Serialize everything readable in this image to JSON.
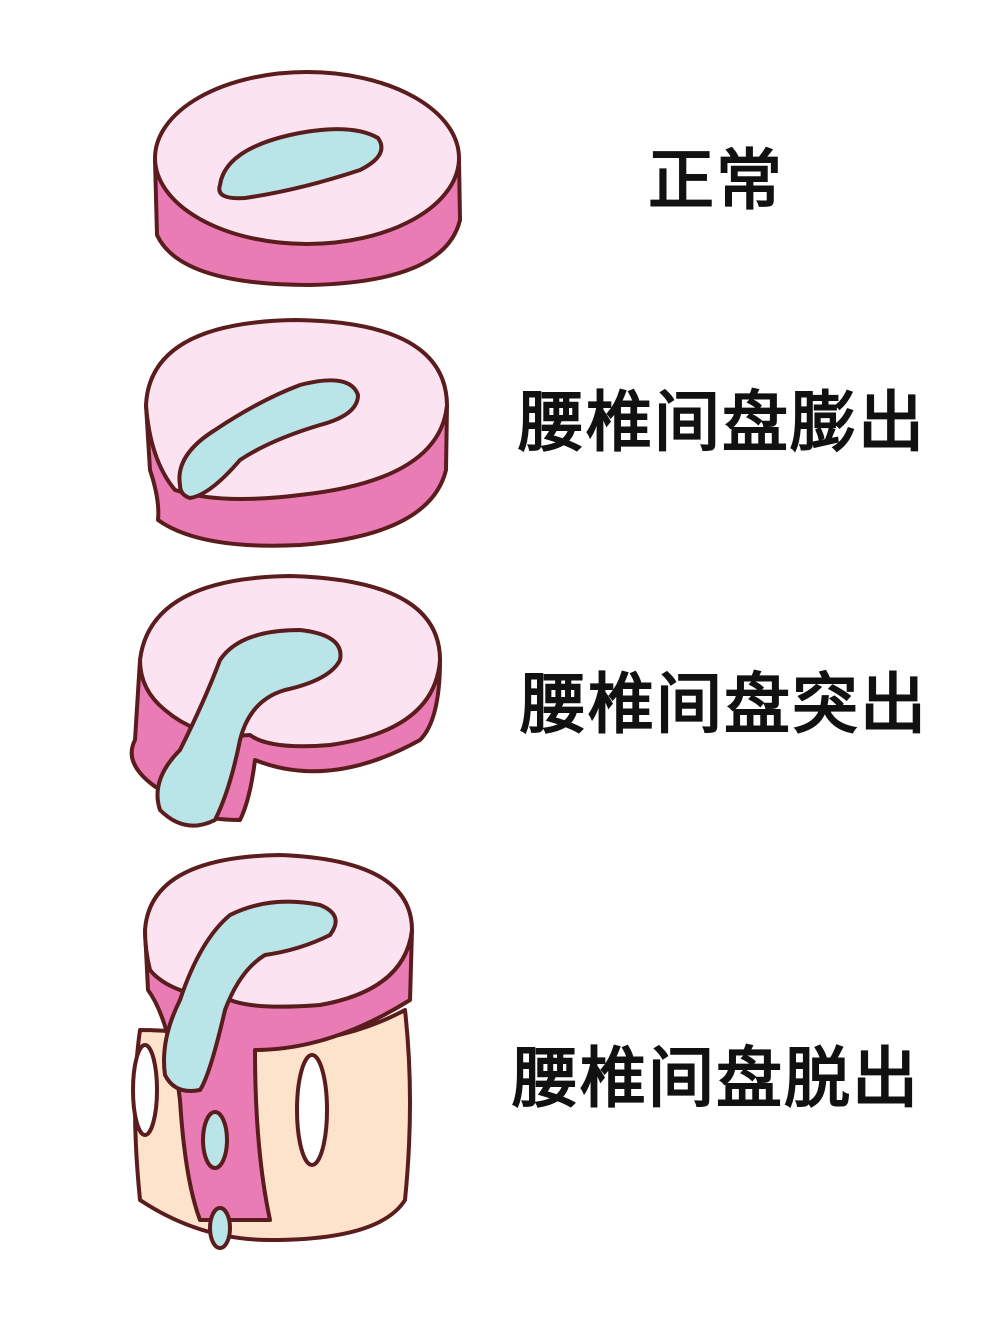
{
  "stages": [
    {
      "label": "正常"
    },
    {
      "label": "腰椎间盘膨出"
    },
    {
      "label": "腰椎间盘突出"
    },
    {
      "label": "腰椎间盘脱出"
    }
  ],
  "colors": {
    "top_face": "#fce3f1",
    "side": "#ea7cb5",
    "nucleus": "#b9e4e8",
    "outline": "#5a1c1c",
    "vertebra": "#fde2cc"
  }
}
